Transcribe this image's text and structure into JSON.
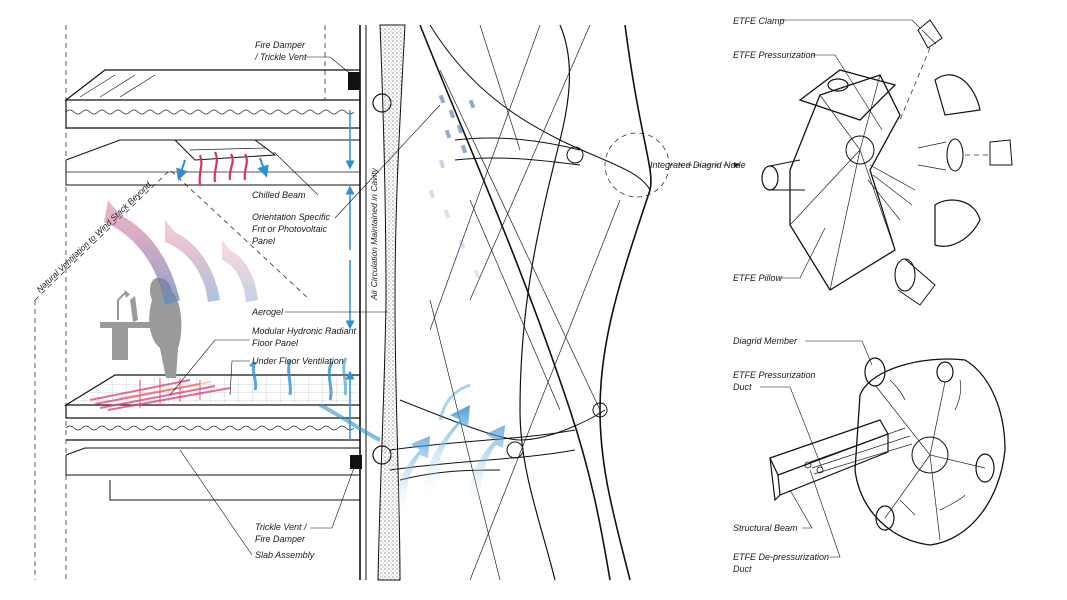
{
  "labels": {
    "fire_damper_trickle_vent": [
      "Fire Damper",
      "/ Trickle Vent"
    ],
    "chilled_beam": "Chilled Beam",
    "orientation_frit": [
      "Orientation Specific",
      "Frit or Photovoltaic",
      "Panel"
    ],
    "aerogel": "Aerogel",
    "radiant_floor": [
      "Modular Hydronic Radiant",
      "Floor Panel"
    ],
    "under_floor_vent": "Under Floor Ventilation",
    "trickle_vent_fire_damper": [
      "Trickle Vent /",
      "Fire Damper"
    ],
    "slab_assembly": "Slab Assembly",
    "natural_ventilation": "Natural Ventilation to Wind Stack Beyond",
    "air_circulation": "Air Circulation Maintained in Cavity",
    "integrated_node": "Integrated Diagrid Node",
    "etfe_clamp": "ETFE Clamp",
    "etfe_pressurization": "ETFE Pressurization",
    "etfe_pillow": "ETFE Pillow",
    "diagrid_member": "Diagrid Member",
    "etfe_pressurization_duct": [
      "ETFE Pressurization",
      "Duct"
    ],
    "structural_beam": "Structural Beam",
    "etfe_depressurization_duct": [
      "ETFE De-pressurization",
      "Duct"
    ]
  },
  "colors": {
    "warm_air": "#d6336c",
    "cool_air": "#2f8fd0",
    "radiant_pipe": "#e0457b",
    "line": "#111111",
    "figure_gray": "#9a9a9a"
  },
  "icons": {
    "person": "person-at-desk-icon",
    "lamp": "desk-lamp-icon"
  }
}
